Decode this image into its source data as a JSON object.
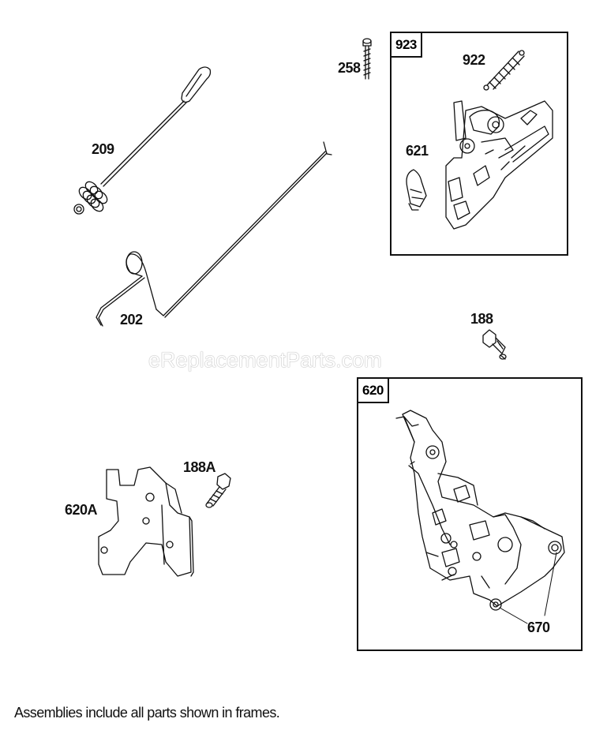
{
  "watermark": "eReplacementParts.com",
  "footnote": "Assemblies include all parts shown in frames.",
  "frames": {
    "923": "923",
    "620": "620"
  },
  "labels": {
    "p258": "258",
    "p922": "922",
    "p621": "621",
    "p209": "209",
    "p202": "202",
    "p188": "188",
    "p188A": "188A",
    "p620A": "620A",
    "p670": "670"
  },
  "colors": {
    "line": "#111111",
    "background": "#ffffff",
    "watermark_outline": "#9a9a9a"
  }
}
